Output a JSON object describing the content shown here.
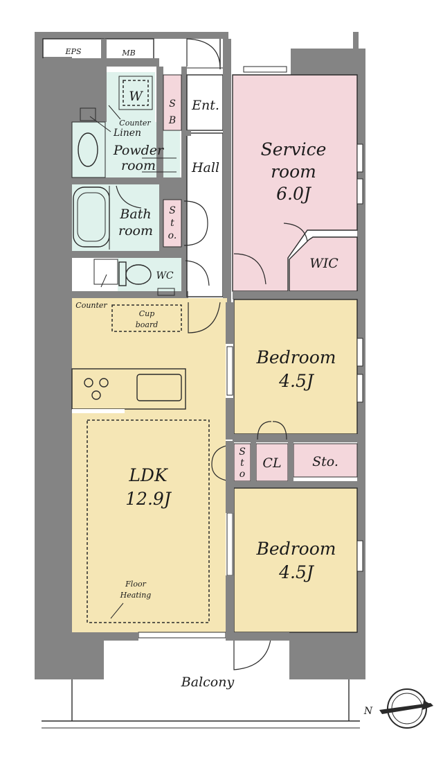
{
  "rooms": {
    "eps": "EPS",
    "mb": "MB",
    "washer": "W",
    "sb": [
      "S",
      "B"
    ],
    "ent": "Ent.",
    "hall": "Hall",
    "counter_top": "Counter",
    "linen": "Linen",
    "powder": [
      "Powder",
      "room"
    ],
    "bath": [
      "Bath",
      "room"
    ],
    "sto_left": [
      "S",
      "t",
      "o."
    ],
    "wc": "WC",
    "counter": "Counter",
    "cupboard": [
      "Cup",
      "board"
    ],
    "service": [
      "Service",
      "room",
      "6.0J"
    ],
    "wic": "WIC",
    "bedroom1": [
      "Bedroom",
      "4.5J"
    ],
    "sto_mid": [
      "S",
      "t",
      "o"
    ],
    "cl": "CL",
    "sto_right": "Sto.",
    "ldk": [
      "LDK",
      "12.9J"
    ],
    "floor_heating": [
      "Floor",
      "Heating"
    ],
    "bedroom2": [
      "Bedroom",
      "4.5J"
    ],
    "balcony": "Balcony"
  },
  "compass": {
    "north_label": "N"
  }
}
